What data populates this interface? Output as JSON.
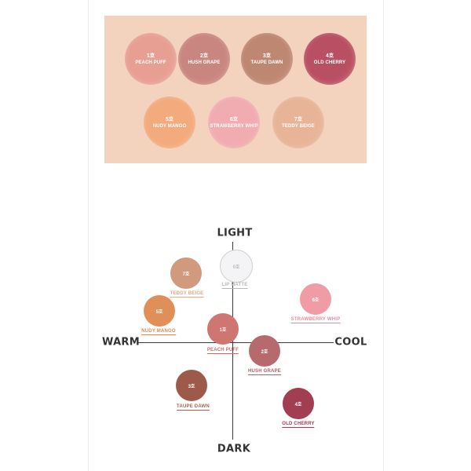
{
  "panel": {
    "swatches": [
      {
        "num": "1호",
        "name": "PEACH PUFF",
        "color": "#e79f93"
      },
      {
        "num": "2호",
        "name": "HUSH GRAPE",
        "color": "#c98680"
      },
      {
        "num": "3호",
        "name": "TAUPE DAWN",
        "color": "#bd8772"
      },
      {
        "num": "4호",
        "name": "OLD CHERRY",
        "color": "#b94f62"
      },
      {
        "num": "5호",
        "name": "NUDY MANGO",
        "color": "#f3aa7c"
      },
      {
        "num": "6호",
        "name": "STRAWBERRY WHIP",
        "color": "#f1acb1"
      },
      {
        "num": "7호",
        "name": "TEDDY BEIGE",
        "color": "#e7b497"
      }
    ]
  },
  "chart": {
    "axes": {
      "top": "LIGHT",
      "bottom": "DARK",
      "left": "WARM",
      "right": "COOL"
    },
    "points": [
      {
        "num": "0호",
        "name": "LIP MATTE",
        "color": "#f4f4f6",
        "label_color": "#b9b9b9",
        "light": true
      },
      {
        "num": "7호",
        "name": "TEDDY BEIGE",
        "color": "#d19a7e",
        "label_color": "#e0a98a"
      },
      {
        "num": "6호",
        "name": "STRAWBERRY WHIP",
        "color": "#f09ca6",
        "label_color": "#e98e9a"
      },
      {
        "num": "5호",
        "name": "NUDY MANGO",
        "color": "#e18f58",
        "label_color": "#d98a57"
      },
      {
        "num": "1호",
        "name": "PEACH PUFF",
        "color": "#cd7672",
        "label_color": "#c56f6c"
      },
      {
        "num": "2호",
        "name": "HUSH GRAPE",
        "color": "#b76a6e",
        "label_color": "#b3616a"
      },
      {
        "num": "3호",
        "name": "TAUPE DAWN",
        "color": "#9d5a4b",
        "label_color": "#a86452"
      },
      {
        "num": "4호",
        "name": "OLD CHERRY",
        "color": "#a23e52",
        "label_color": "#a13c52"
      }
    ]
  }
}
